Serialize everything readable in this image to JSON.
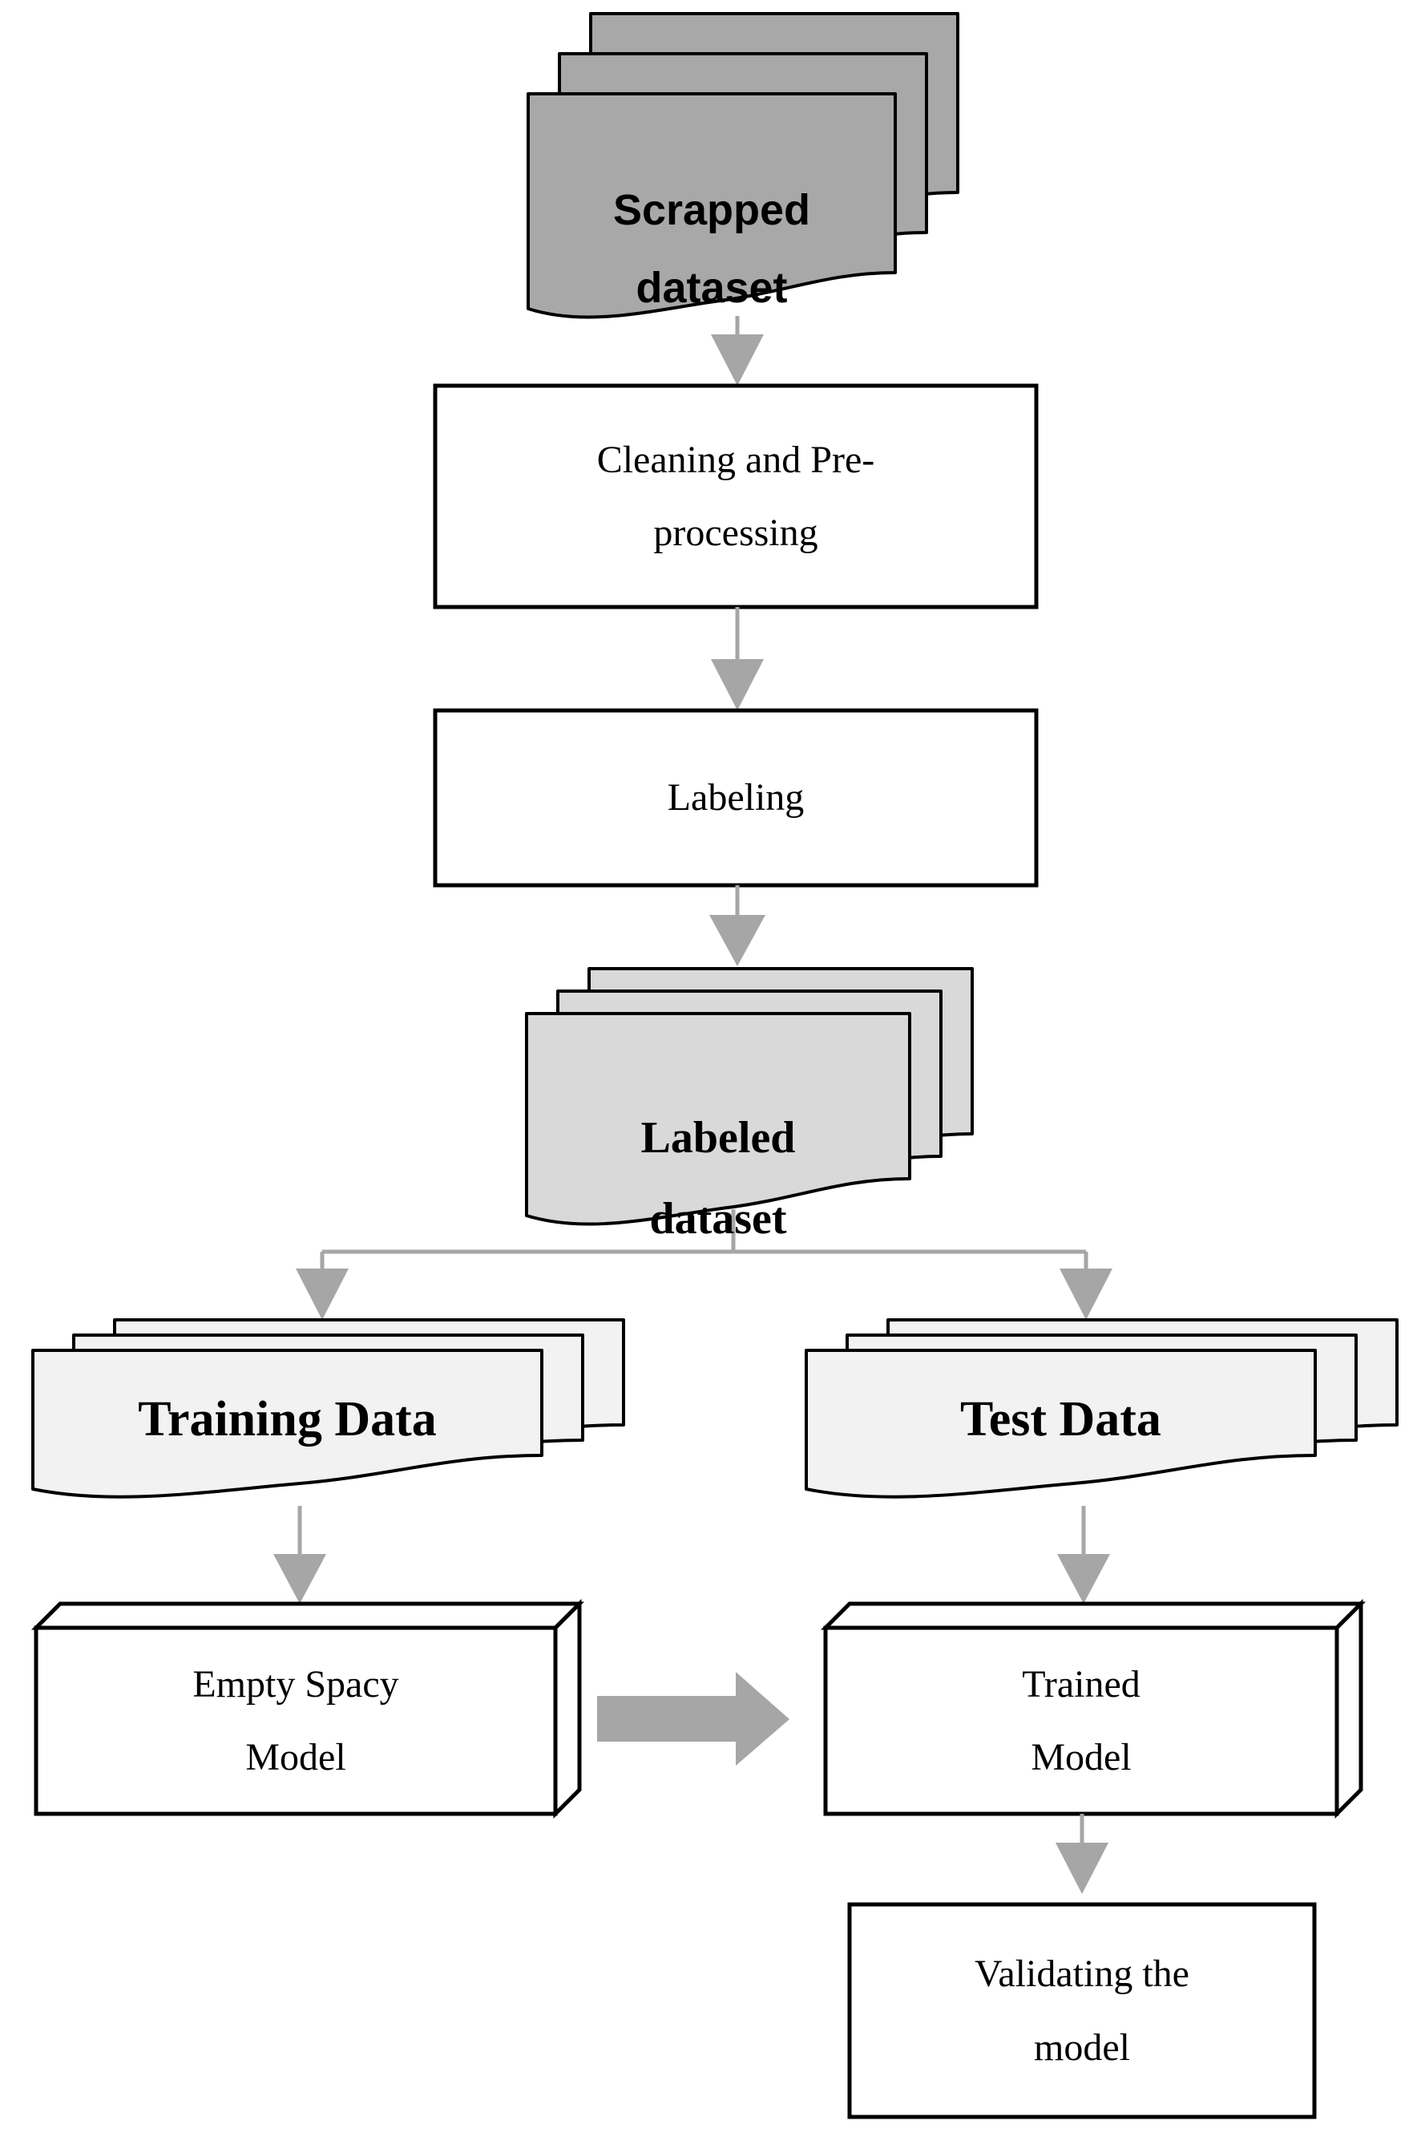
{
  "nodes": {
    "scrapped_dataset": {
      "label": "Scrapped dataset",
      "shape": "multi-document"
    },
    "cleaning": {
      "label": "Cleaning and Pre-processing",
      "shape": "process"
    },
    "labeling": {
      "label": "Labeling",
      "shape": "process"
    },
    "labeled_dataset": {
      "label": "Labeled dataset",
      "shape": "multi-document"
    },
    "training_data": {
      "label": "Training Data",
      "shape": "multi-document"
    },
    "test_data": {
      "label": "Test Data",
      "shape": "multi-document"
    },
    "empty_spacy_model": {
      "label": "Empty Spacy Model",
      "shape": "cube"
    },
    "trained_model": {
      "label": "Trained Model",
      "shape": "cube"
    },
    "validating_model": {
      "label": "Validating the model",
      "shape": "process"
    }
  },
  "colors": {
    "scrapped_fill": "#a8a8a8",
    "labeled_fill": "#d9d9d9",
    "split_fill": "#f2f2f2",
    "box_fill": "#ffffff",
    "outline": "#000000",
    "arrow": "#a6a6a6",
    "text": "#000000",
    "background": "#ffffff"
  }
}
